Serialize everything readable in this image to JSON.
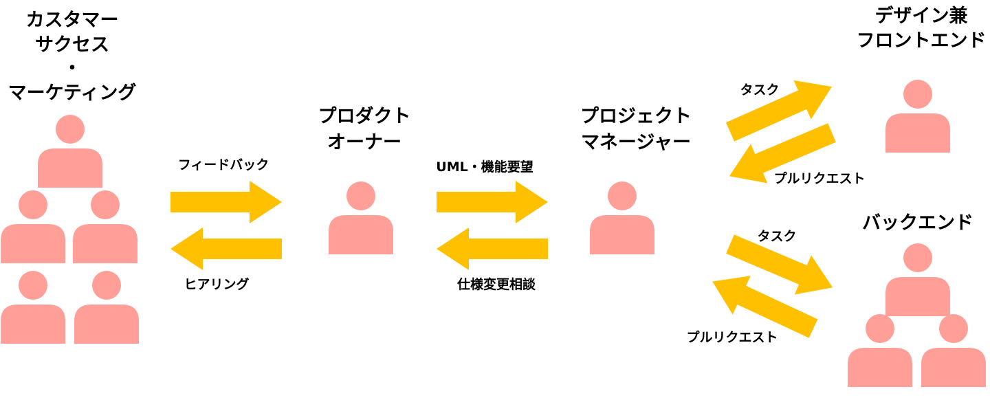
{
  "colors": {
    "person": "#FF9F98",
    "arrow": "#FFC000"
  },
  "roles": {
    "customer": [
      "カスタマー",
      "サクセス",
      "・",
      "マーケティング"
    ],
    "product_owner": [
      "プロダクト",
      "オーナー"
    ],
    "project_manager": [
      "プロジェクト",
      "マネージャー"
    ],
    "design_frontend": [
      "デザイン兼",
      "フロントエンド"
    ],
    "backend": [
      "バックエンド"
    ]
  },
  "arrows": {
    "feedback": "フィードバック",
    "hearing": "ヒアリング",
    "uml_requests": "UML・機能要望",
    "spec_change": "仕様変更相談",
    "task_front": "タスク",
    "pr_front": "プルリクエスト",
    "task_back": "タスク",
    "pr_back": "プルリクエスト"
  }
}
